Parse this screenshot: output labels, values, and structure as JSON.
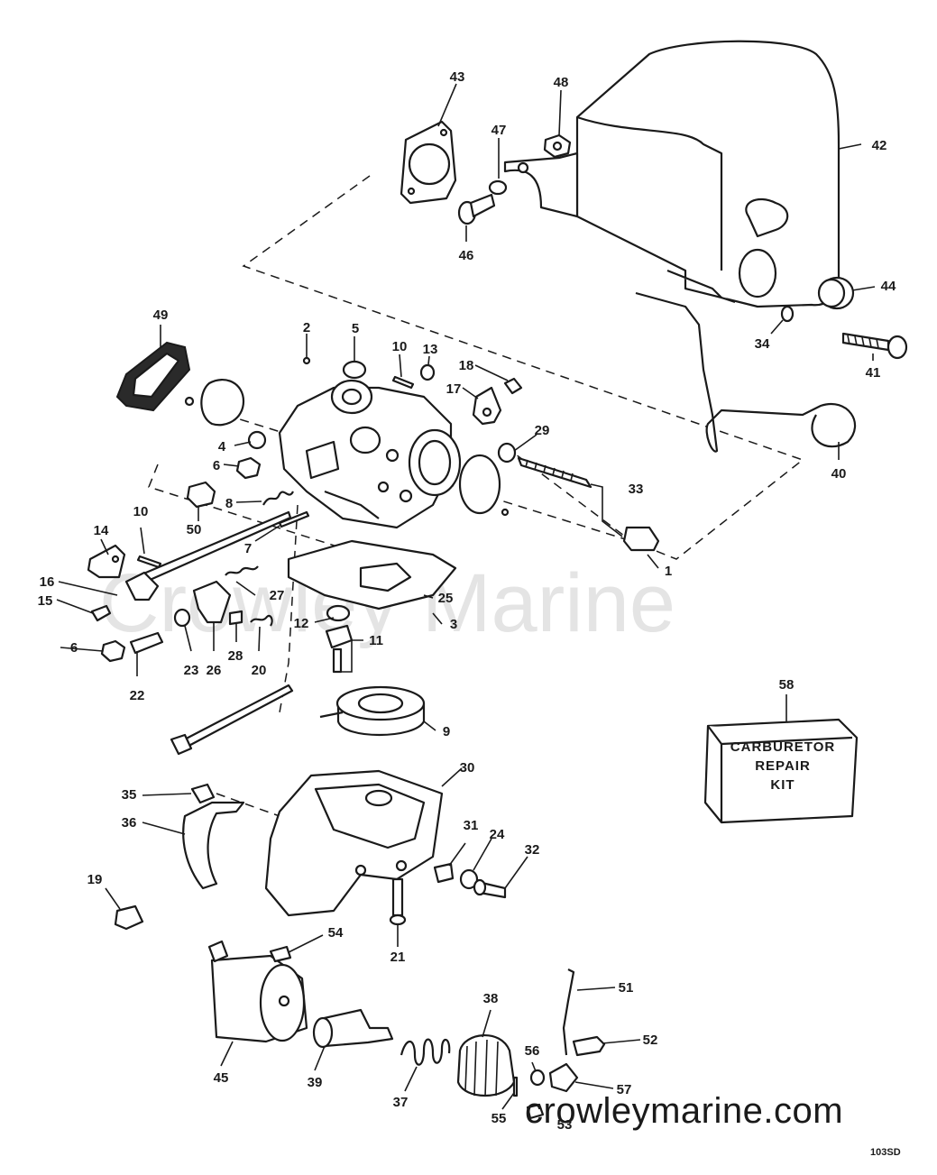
{
  "watermark": "Crowley Marine",
  "site": "crowleymarine.com",
  "diagram_code": "103SD",
  "kit_label": [
    "CARBURETOR",
    "REPAIR",
    "KIT"
  ],
  "callouts": {
    "c1": "1",
    "c2": "2",
    "c3": "3",
    "c4": "4",
    "c5": "5",
    "c6a": "6",
    "c6b": "6",
    "c7": "7",
    "c8": "8",
    "c9": "9",
    "c10a": "10",
    "c10b": "10",
    "c11": "11",
    "c12": "12",
    "c13": "13",
    "c14": "14",
    "c15": "15",
    "c16": "16",
    "c17": "17",
    "c18": "18",
    "c19": "19",
    "c20": "20",
    "c21": "21",
    "c22": "22",
    "c23": "23",
    "c24": "24",
    "c25": "25",
    "c26": "26",
    "c27": "27",
    "c28": "28",
    "c29": "29",
    "c30": "30",
    "c31": "31",
    "c32": "32",
    "c33": "33",
    "c34": "34",
    "c35": "35",
    "c36": "36",
    "c37": "37",
    "c38": "38",
    "c39": "39",
    "c40": "40",
    "c41": "41",
    "c42": "42",
    "c43": "43",
    "c44": "44",
    "c45": "45",
    "c46": "46",
    "c47": "47",
    "c48": "48",
    "c49": "49",
    "c50": "50",
    "c51": "51",
    "c52": "52",
    "c53": "53",
    "c54": "54",
    "c55": "55",
    "c56": "56",
    "c57": "57",
    "c58": "58"
  }
}
